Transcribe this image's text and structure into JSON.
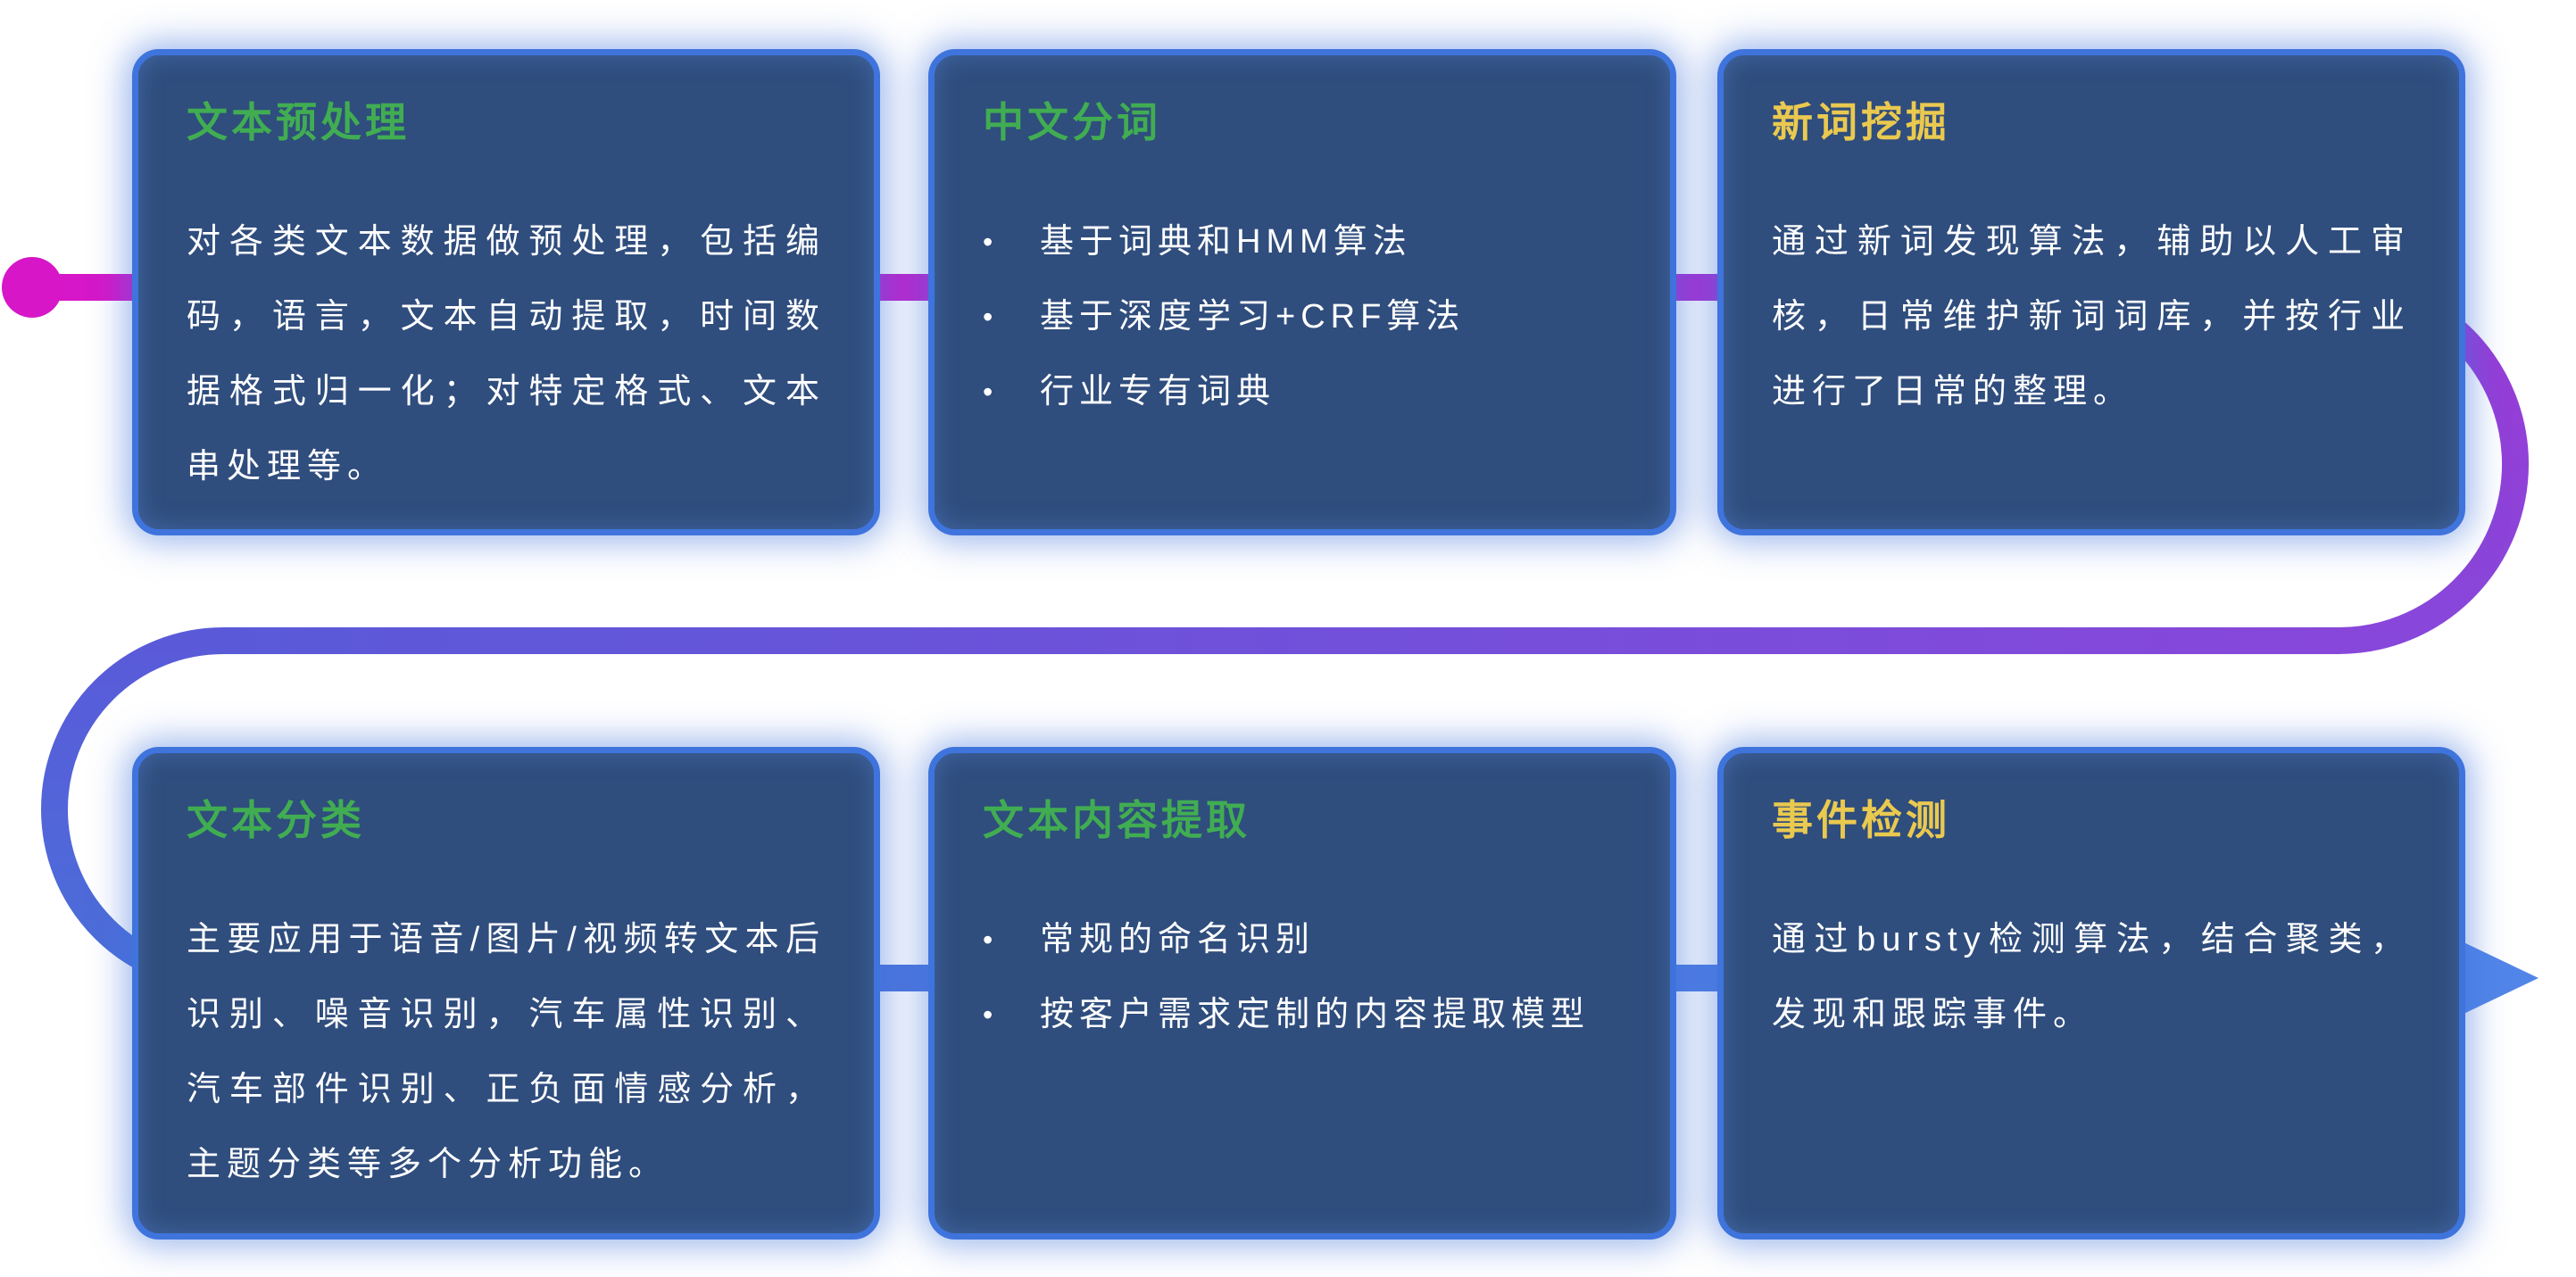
{
  "colors": {
    "card-bg": "#2f4d7d",
    "card-border": "#3f74dd",
    "card-glow": "rgba(63,116,221,0.5)",
    "title-green": "#41ad52",
    "title-yellow": "#eac94f",
    "body-text": "#ffffff",
    "flow-start": "#d716c8",
    "flow-purple": "#9a3ad6",
    "flow-violet": "#8747da",
    "flow-indigo": "#5a5ad9",
    "flow-blue": "#4a6fd9",
    "flow-arrow": "#5285e8"
  },
  "bullet_glyph": "•",
  "cards": [
    {
      "title": "文本预处理",
      "accent": "green",
      "body": "对各类文本数据做预处理，包括编码，语言，文本自动提取，时间数据格式归一化；对特定格式、文本串处理等。"
    },
    {
      "title": "中文分词",
      "accent": "green",
      "bullets": [
        "基于词典和HMM算法",
        "基于深度学习+CRF算法",
        "行业专有词典"
      ]
    },
    {
      "title": "新词挖掘",
      "accent": "yellow",
      "body": "通过新词发现算法，辅助以人工审核，日常维护新词词库，并按行业进行了日常的整理。"
    },
    {
      "title": "文本分类",
      "accent": "green",
      "body": "主要应用于语音/图片/视频转文本后识别、噪音识别，汽车属性识别、汽车部件识别、正负面情感分析，主题分类等多个分析功能。"
    },
    {
      "title": "文本内容提取",
      "accent": "green",
      "bullets": [
        "常规的命名识别",
        "按客户需求定制的内容提取模型"
      ]
    },
    {
      "title": "事件检测",
      "accent": "yellow",
      "body": "通过bursty检测算法，结合聚类，发现和跟踪事件。"
    }
  ]
}
